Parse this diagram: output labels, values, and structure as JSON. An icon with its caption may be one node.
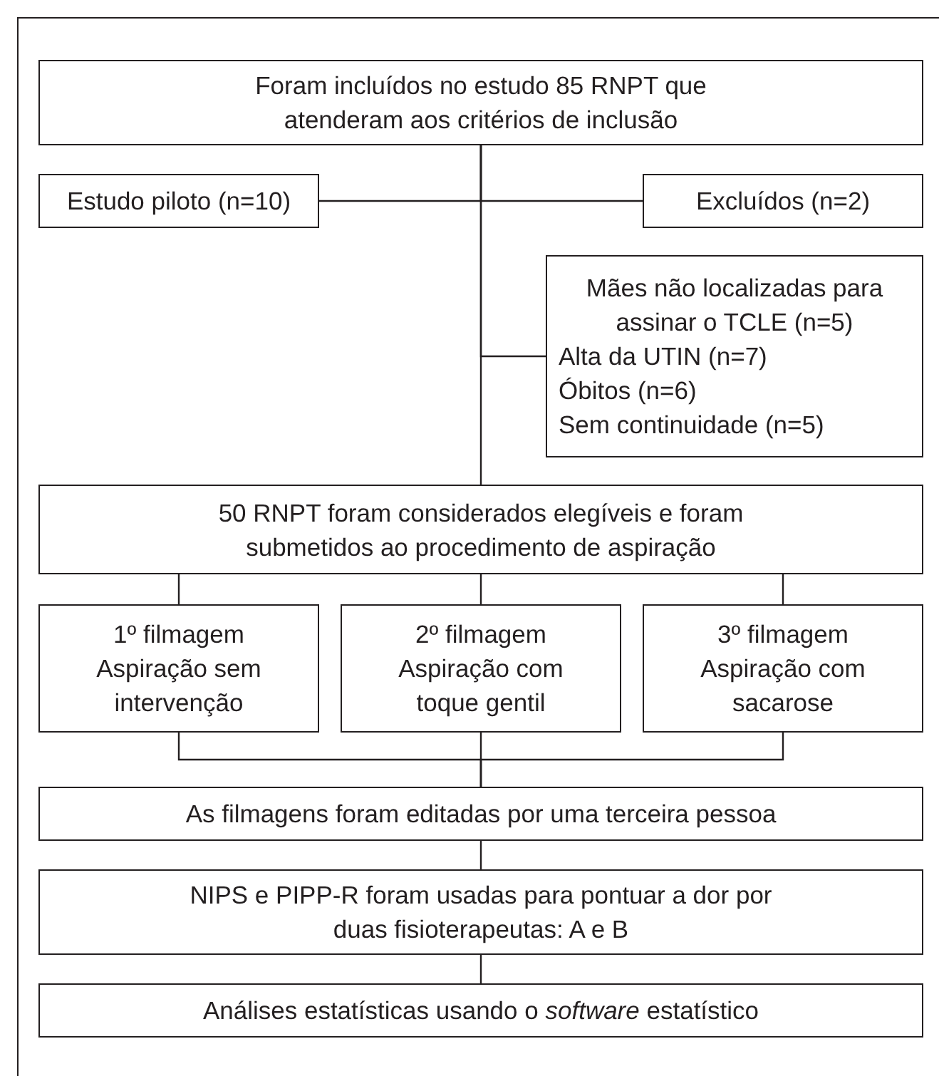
{
  "diagram": {
    "nodes": [
      {
        "text": [
          "Foram incluídos no estudo 85 RNPT que atenderam aos critérios de inclusão"
        ]
      },
      {
        "text": [
          "Estudo piloto (n=10)"
        ]
      },
      {
        "text": [
          "Excluídos (n=2)"
        ]
      },
      {
        "text": [
          "Mães não localizadas para assinar o TCLE (n=5)",
          "Alta da UTIN (n=7)",
          "Óbitos (n=6)",
          "Sem continuidade (n=5)"
        ]
      },
      {
        "text": [
          "50 RNPT foram considerados elegíveis e foram submetidos ao procedimento de aspiração"
        ]
      },
      {
        "text": [
          "1º filmagem",
          "Aspiração sem intervenção"
        ]
      },
      {
        "text": [
          "2º filmagem",
          "Aspiração com toque gentil"
        ]
      },
      {
        "text": [
          "3º filmagem",
          "Aspiração com sacarose"
        ]
      },
      {
        "text": [
          "As filmagens foram editadas por uma terceira pessoa"
        ]
      },
      {
        "text": [
          "NIPS e PIPP-R foram usadas para pontuar a dor por duas fisioterapeutas: A e B"
        ]
      },
      {
        "text": [
          "Análises estatísticas usando o *software* estatístico"
        ]
      }
    ],
    "edges": [
      {
        "from": 0,
        "to": 1,
        "arrow": "none"
      },
      {
        "from": 0,
        "to": 2,
        "arrow": "none"
      },
      {
        "from": 0,
        "to": 3,
        "arrow": "none"
      },
      {
        "from": 0,
        "to": 4,
        "arrow": "none"
      },
      {
        "from": 4,
        "to": 5,
        "arrow": "none"
      },
      {
        "from": 4,
        "to": 6,
        "arrow": "none"
      },
      {
        "from": 4,
        "to": 7,
        "arrow": "none"
      },
      {
        "from": 5,
        "to": 8,
        "arrow": "none"
      },
      {
        "from": 6,
        "to": 8,
        "arrow": "none"
      },
      {
        "from": 7,
        "to": 8,
        "arrow": "none"
      },
      {
        "from": 8,
        "to": 9,
        "arrow": "none"
      },
      {
        "from": 9,
        "to": 10,
        "arrow": "none"
      }
    ]
  }
}
